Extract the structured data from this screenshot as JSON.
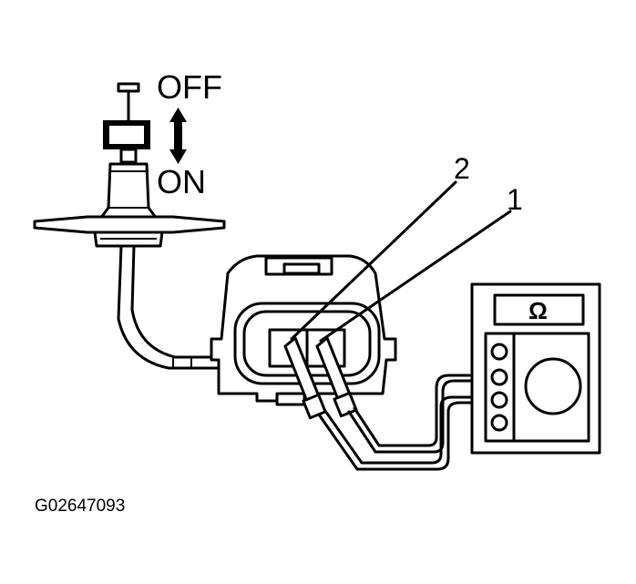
{
  "labels": {
    "off": "OFF",
    "on": "ON",
    "terminal_2": "2",
    "terminal_1": "1",
    "ohmmeter_symbol": "Ω",
    "figure_code": "G02647093"
  },
  "icons": {
    "switch_direction": "double-arrow-icon"
  },
  "colors": {
    "line": "#000000",
    "background": "#ffffff"
  }
}
